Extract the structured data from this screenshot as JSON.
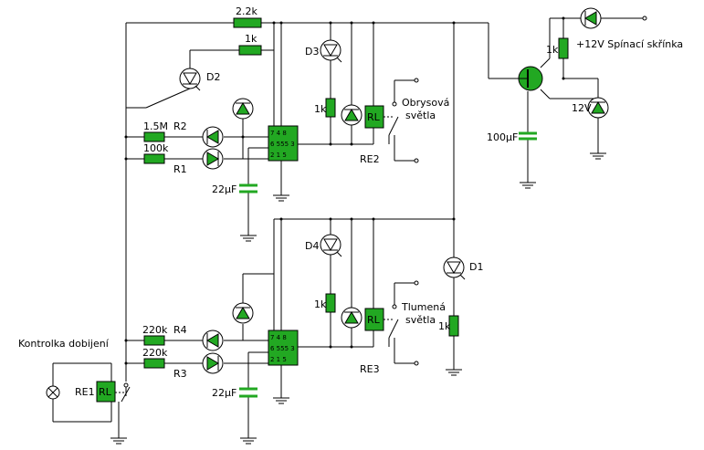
{
  "labels": {
    "r_top": "2.2k",
    "r_d2": "1k",
    "d2": "D2",
    "d3": "D3",
    "r_d3": "1k",
    "r2_val": "1.5M",
    "r2_name": "R2",
    "r1_val": "100k",
    "r1_name": "R1",
    "c1": "22µF",
    "rl2": "RL",
    "re2": "RE2",
    "obrysova_1": "Obrysová",
    "obrysova_2": "světla",
    "r_trans": "1k",
    "spinaci": "+12V Spínací skřínka",
    "z12v": "12V",
    "c100": "100µF",
    "d4": "D4",
    "r_d4": "1k",
    "d1": "D1",
    "r_d1": "1k",
    "r4_val": "220k",
    "r4_name": "R4",
    "r3_val": "220k",
    "r3_name": "R3",
    "c2": "22µF",
    "rl3": "RL",
    "re3": "RE3",
    "tlumena_1": "Tlumená",
    "tlumena_2": "světla",
    "kontrolka": "Kontrolka dobijení",
    "re1": "RE1",
    "rl1": "RL"
  },
  "ic555": {
    "pins_top": "7  4  8",
    "pins_mid": "6  555  3",
    "pins_bot": "2  1  5"
  }
}
